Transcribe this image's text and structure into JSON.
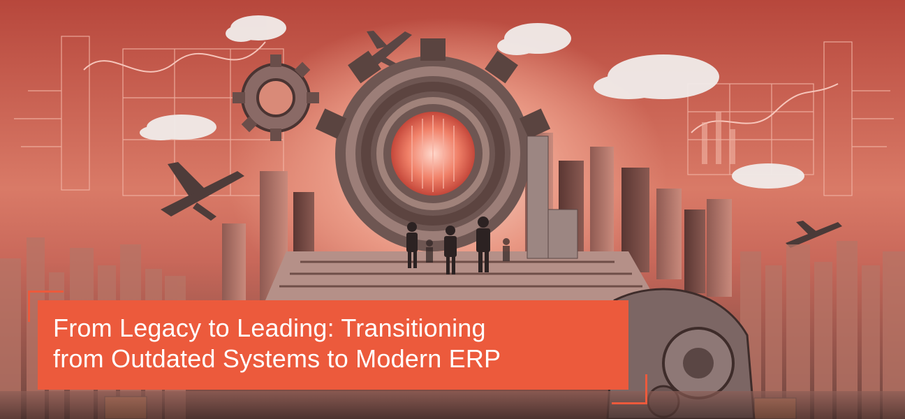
{
  "banner": {
    "title_line_1": "From Legacy to Leading: Transitioning",
    "title_line_2": "from Outdated Systems to Modern ERP"
  },
  "colors": {
    "caption_background": "#ec5a3c",
    "caption_text": "#ffffff",
    "sky_top": "#b7473c",
    "sky_glow": "#f7d4c6"
  },
  "illustration": {
    "icons": [
      "gear-icon",
      "airplane-icon",
      "cloud-icon",
      "city-skyline",
      "business-person",
      "coin-stack",
      "chart-panel"
    ]
  }
}
